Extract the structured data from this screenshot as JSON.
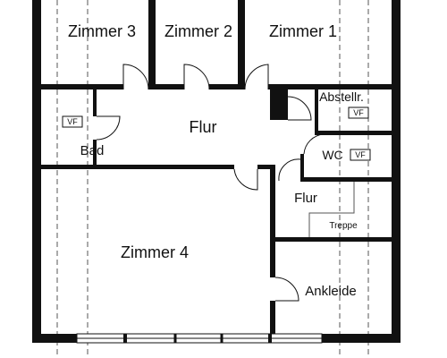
{
  "floor_plan": {
    "rooms": {
      "zimmer3": "Zimmer 3",
      "zimmer2": "Zimmer 2",
      "zimmer1": "Zimmer 1",
      "flur_main": "Flur",
      "bad": "Bad",
      "abstellraum": "Abstellr.",
      "wc": "WC",
      "flur_small": "Flur",
      "treppe": "Treppe",
      "zimmer4": "Zimmer 4",
      "ankleide": "Ankleide"
    },
    "tags": {
      "vf_bad": "VF",
      "vf_abstellraum": "VF",
      "vf_wc": "VF"
    },
    "colors": {
      "wall": "#111111",
      "line": "#333333",
      "background": "#ffffff"
    }
  }
}
